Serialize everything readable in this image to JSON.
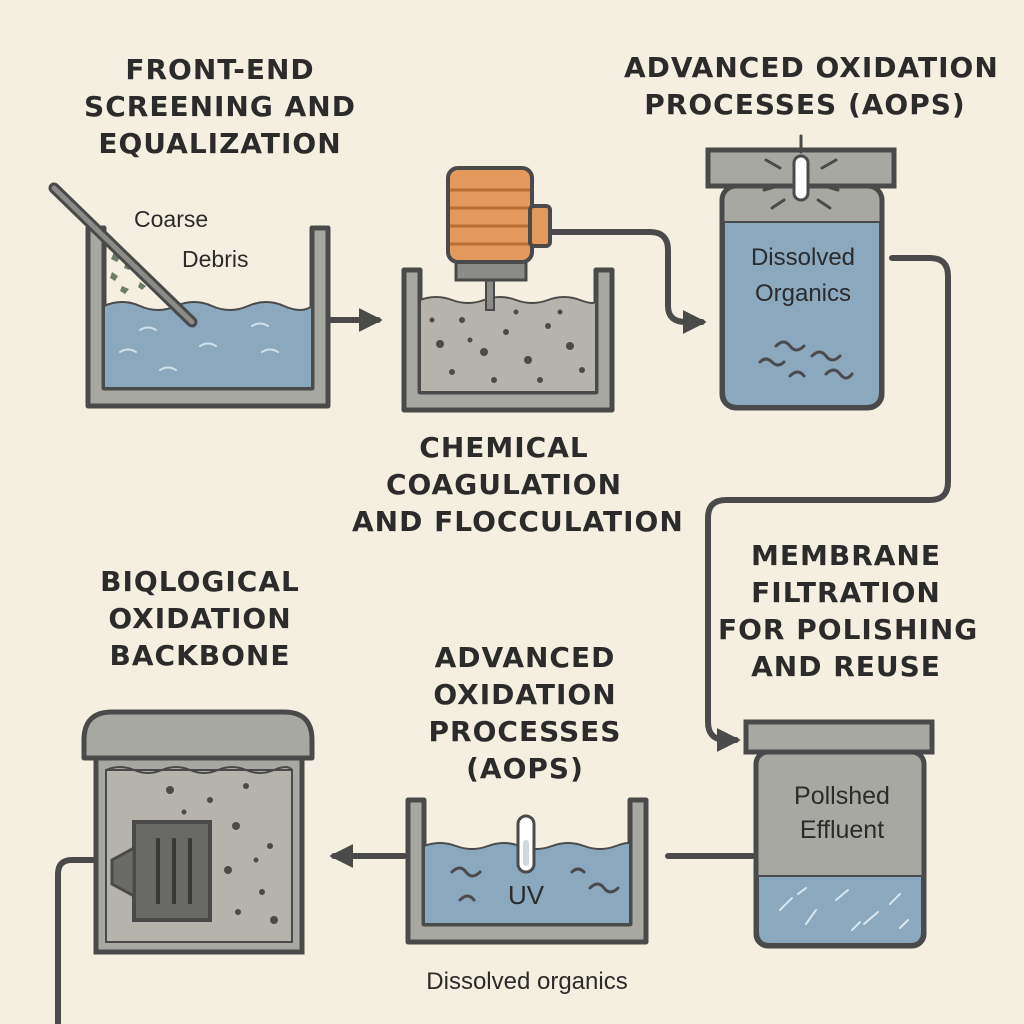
{
  "colors": {
    "background": "#f5efe2",
    "water": "#8aa9bf",
    "tank": "#a8a8a3",
    "outline": "#4a4a4a",
    "motor": "#e39a5c",
    "pipe": "#4a4a4a",
    "text": "#2b2b2b"
  },
  "stages": {
    "screening": {
      "title": [
        "FRONT-END",
        "SCREENING AND",
        "EQUALIZATION"
      ],
      "label_coarse": "Coarse",
      "label_debris": "Debris"
    },
    "coagulation": {
      "title": [
        "CHEMICAL",
        "COAGULATION",
        "AND FLOCCULATION"
      ]
    },
    "aop_top": {
      "title": [
        "ADVANCED OXIDATION",
        "PROCESSES (AOPS)"
      ],
      "label_1": "Dissolved",
      "label_2": "Organics"
    },
    "membrane": {
      "title": [
        "MEMBRANE",
        "FILTRATION",
        "FOR POLISHING",
        "AND REUSE"
      ],
      "label_1": "Pollshed",
      "label_2": "Effluent"
    },
    "aop_bottom": {
      "title": [
        "ADVANCED",
        "OXIDATION",
        "PROCESSES",
        "(AOPS)"
      ],
      "label_uv": "UV",
      "caption": "Dissolved organics"
    },
    "biological": {
      "title": [
        "BIQLOGICAL",
        "OXIDATION",
        "BACKBONE"
      ]
    }
  }
}
